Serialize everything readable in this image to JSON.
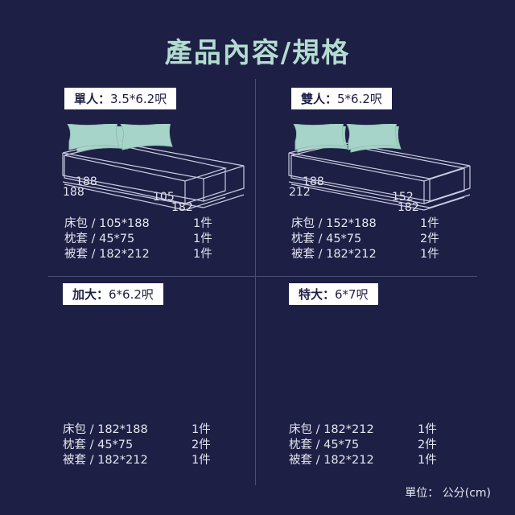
{
  "title": "產品內容/規格",
  "panels": [
    {
      "size": "單人：",
      "dims": "3.5*6.2呎",
      "length": "188",
      "width": "105",
      "pillows": 1,
      "items": [
        {
          "name": "床包 / 105*188",
          "qty": "1件"
        },
        {
          "name": "枕套 / 45*75",
          "qty": "1件"
        },
        {
          "name": "被套 / 182*212",
          "qty": "1件"
        }
      ]
    },
    {
      "size": "雙人：",
      "dims": "5*6.2呎",
      "length": "188",
      "width": "152",
      "pillows": 2,
      "items": [
        {
          "name": "床包 / 152*188",
          "qty": "1件"
        },
        {
          "name": "枕套 / 45*75",
          "qty": "2件"
        },
        {
          "name": "被套 / 182*212",
          "qty": "1件"
        }
      ]
    },
    {
      "size": "加大：",
      "dims": "6*6.2呎",
      "length": "188",
      "width": "182",
      "pillows": 2,
      "items": [
        {
          "name": "床包 / 182*188",
          "qty": "1件"
        },
        {
          "name": "枕套 / 45*75",
          "qty": "2件"
        },
        {
          "name": "被套 / 182*212",
          "qty": "1件"
        }
      ]
    },
    {
      "size": "特大：",
      "dims": "6*7呎",
      "length": "212",
      "width": "182",
      "pillows": 2,
      "items": [
        {
          "name": "床包 / 182*212",
          "qty": "1件"
        },
        {
          "name": "枕套 / 45*75",
          "qty": "2件"
        },
        {
          "name": "被套 / 182*212",
          "qty": "1件"
        }
      ]
    }
  ],
  "unit_note": "單位： 公分(cm)",
  "colors": {
    "background": "#1e1f45",
    "accent": "#b2dccf"
  }
}
